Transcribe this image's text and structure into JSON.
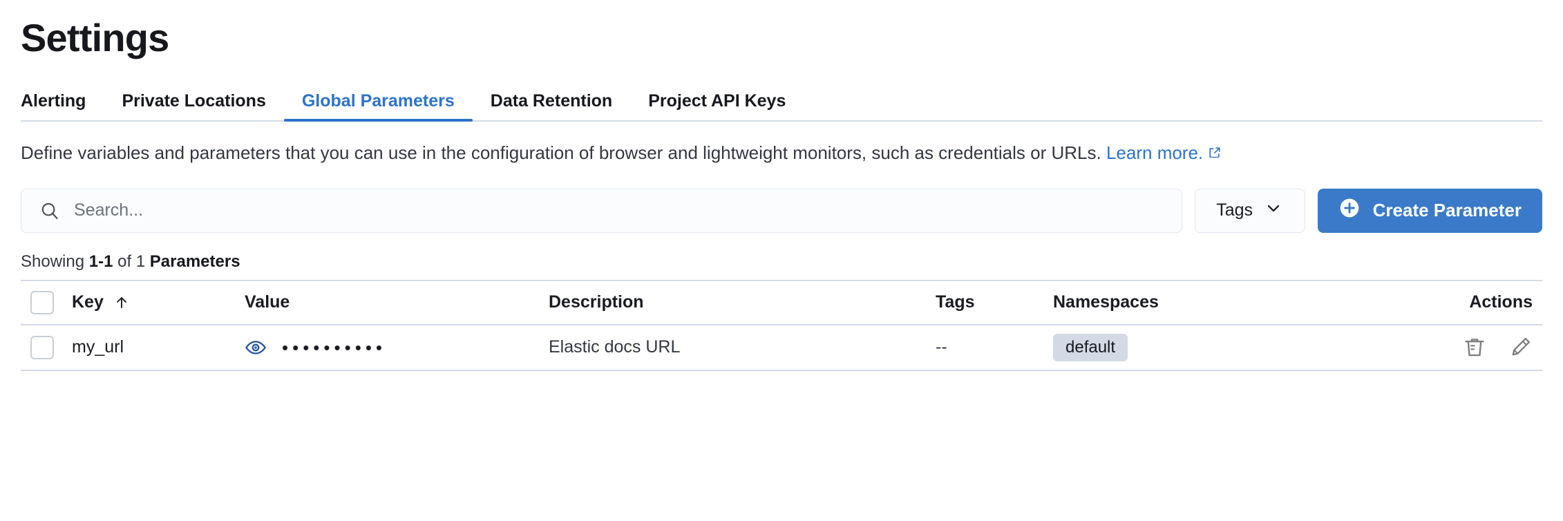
{
  "page": {
    "title": "Settings"
  },
  "tabs": [
    {
      "label": "Alerting",
      "active": false
    },
    {
      "label": "Private Locations",
      "active": false
    },
    {
      "label": "Global Parameters",
      "active": true
    },
    {
      "label": "Data Retention",
      "active": false
    },
    {
      "label": "Project API Keys",
      "active": false
    }
  ],
  "description": {
    "text": "Define variables and parameters that you can use in the configuration of browser and lightweight monitors, such as credentials or URLs.",
    "link_label": "Learn more.",
    "link_icon": "external-link-icon"
  },
  "controls": {
    "search": {
      "icon": "search-icon",
      "placeholder": "Search...",
      "value": ""
    },
    "tags_filter": {
      "label": "Tags",
      "icon": "chevron-down-icon"
    },
    "create_button": {
      "label": "Create Parameter",
      "icon": "plus-circle-icon"
    }
  },
  "results": {
    "prefix": "Showing ",
    "range": "1-1",
    "middle": " of 1 ",
    "entity": "Parameters"
  },
  "table": {
    "columns": [
      {
        "key": "select",
        "label": ""
      },
      {
        "key": "key",
        "label": "Key",
        "sort": "asc",
        "sort_icon": "arrow-up-icon"
      },
      {
        "key": "value",
        "label": "Value"
      },
      {
        "key": "description",
        "label": "Description"
      },
      {
        "key": "tags",
        "label": "Tags"
      },
      {
        "key": "namespaces",
        "label": "Namespaces"
      },
      {
        "key": "actions",
        "label": "Actions"
      }
    ],
    "rows": [
      {
        "selected": false,
        "key": "my_url",
        "value_masked": "••••••••••",
        "value_toggle_icon": "eye-icon",
        "description": "Elastic docs URL",
        "tags": "--",
        "namespaces": [
          "default"
        ],
        "actions": [
          {
            "name": "delete",
            "icon": "trash-icon"
          },
          {
            "name": "edit",
            "icon": "pencil-icon"
          }
        ]
      }
    ]
  },
  "colors": {
    "accent": "#2d72cc",
    "primary_button": "#3a7ac9",
    "text": "#16181d",
    "muted_text": "#343741",
    "border": "#d3dae6",
    "badge_bg": "#d3dae6",
    "icon_muted": "#807f7f"
  }
}
